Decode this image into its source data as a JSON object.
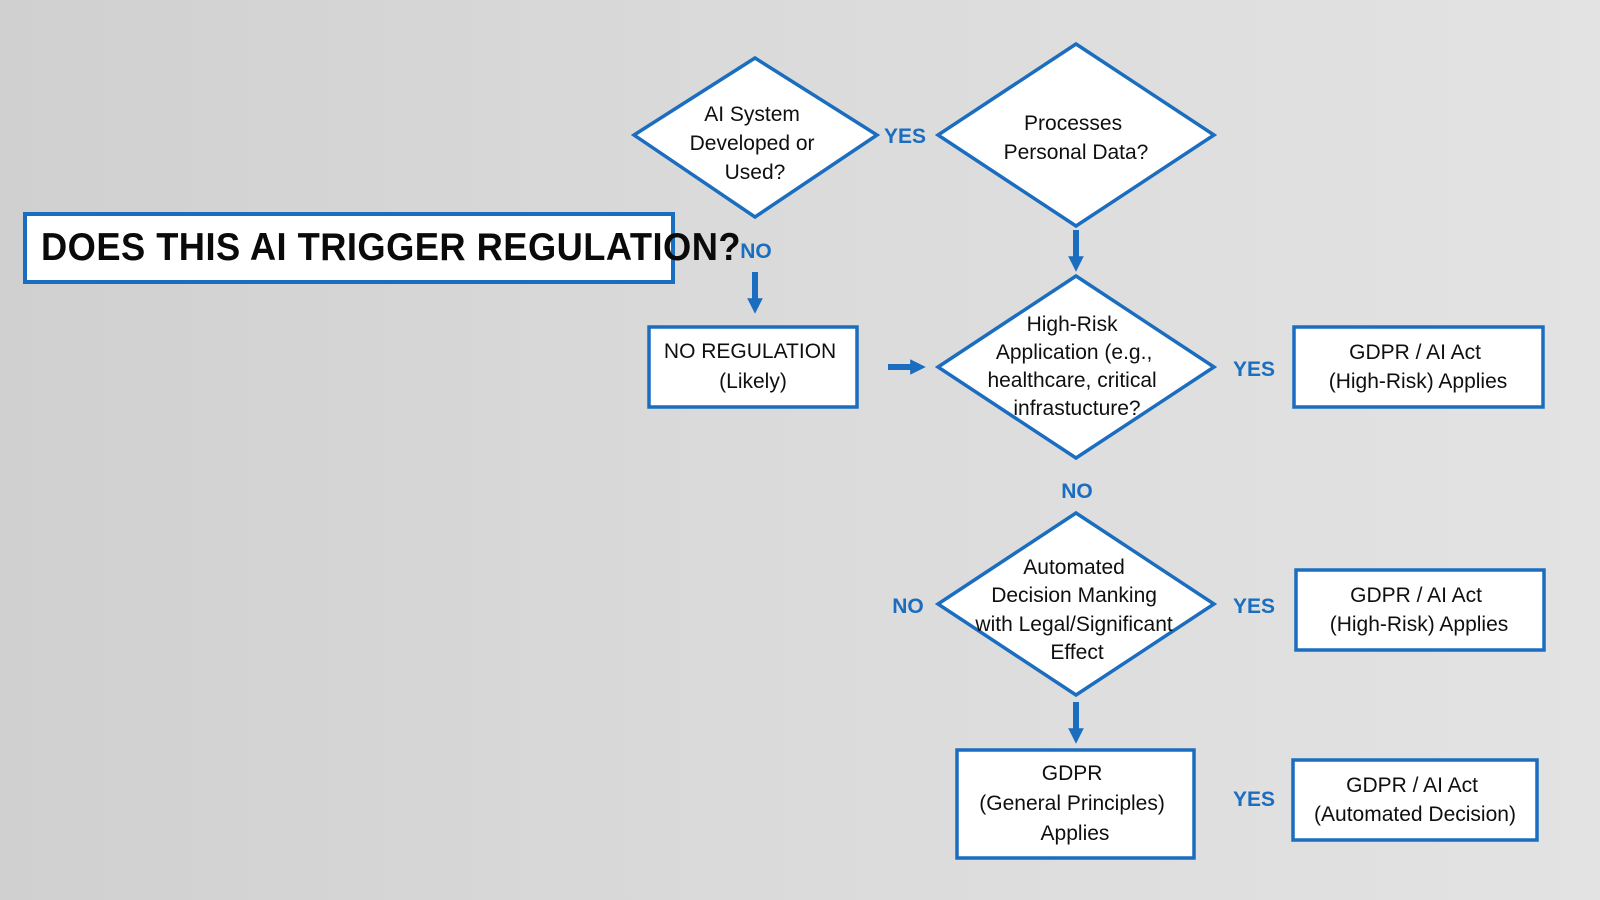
{
  "title": "DOES THIS AI TRIGGER REGULATION?",
  "colors": {
    "accent": "#1a6dbf",
    "node_fill": "#ffffff",
    "text": "#0f0f0f",
    "background": "#d8d8d8"
  },
  "nodes": {
    "ai_system": [
      "AI System",
      "Developed or",
      "Used?"
    ],
    "personal_data": [
      "Processes",
      "Personal Data?"
    ],
    "no_regulation": [
      "NO REGULATION",
      "(Likely)"
    ],
    "high_risk": [
      "High-Risk",
      "Application (e.g.,",
      "healthcare, critical",
      "infrastucture?"
    ],
    "gdpr_ai_act_high_risk_1": [
      "GDPR / AI Act",
      "(High-Risk) Applies"
    ],
    "automated_decision": [
      "Automated",
      "Decision Manking",
      "with Legal/Significant",
      "Effect"
    ],
    "gdpr_ai_act_high_risk_2": [
      "GDPR / AI Act",
      "(High-Risk) Applies"
    ],
    "gdpr_general": [
      "GDPR",
      "(General Principles)",
      "Applies"
    ],
    "gdpr_ai_act_automated": [
      "GDPR / AI Act",
      "(Automated Decision)"
    ]
  },
  "edge_labels": {
    "ai_system_yes": "YES",
    "ai_system_no": "NO",
    "high_risk_yes": "YES",
    "high_risk_no": "NO",
    "automated_yes": "YES",
    "automated_no": "NO",
    "general_yes": "YES"
  }
}
